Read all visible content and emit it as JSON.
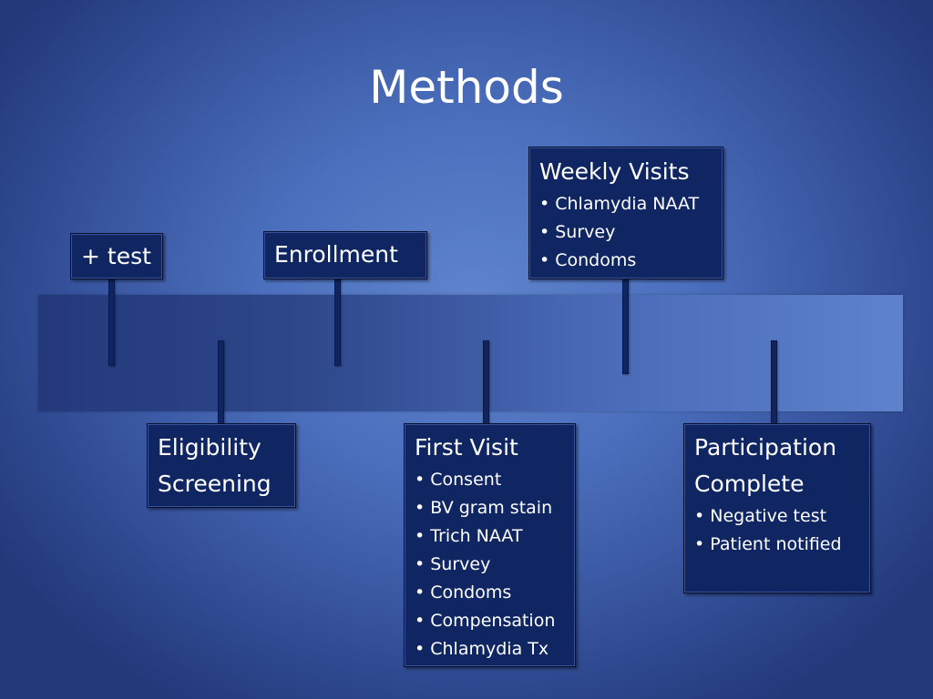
{
  "title": "Methods",
  "nodes": {
    "test": {
      "title": "+ test"
    },
    "enrollment": {
      "title": "Enrollment"
    },
    "weekly": {
      "title": "Weekly Visits",
      "items": [
        "Chlamydia NAAT",
        "Survey",
        "Condoms"
      ]
    },
    "eligibility": {
      "title_line1": "Eligibility",
      "title_line2": "Screening"
    },
    "first": {
      "title": "First Visit",
      "items": [
        "Consent",
        "BV gram stain",
        "Trich NAAT",
        "Survey",
        "Condoms",
        "Compensation",
        "Chlamydia Tx"
      ]
    },
    "complete": {
      "title_line1": "Participation",
      "title_line2": "Complete",
      "items": [
        "Negative test",
        "Patient notified"
      ]
    }
  }
}
